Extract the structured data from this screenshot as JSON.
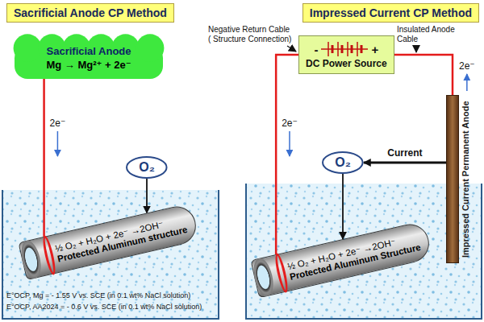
{
  "diagram": {
    "nodes": [
      {
        "text": [
          "Sacrificial Anode CP Method"
        ]
      },
      {
        "text": [
          "Impressed Current CP Method"
        ]
      },
      {
        "text": [
          "Sacrificial Anode",
          "Mg → Mg²⁺ + 2e⁻"
        ]
      },
      {
        "text": [
          "½ O₂ + H₂O + 2e⁻ →2OH⁻",
          "Protected Aluminum structure"
        ]
      },
      {
        "text": [
          "O₂"
        ]
      },
      {
        "text": [
          "-",
          "+",
          "DC Power Source"
        ]
      },
      {
        "text": [
          "Impressed Current Permanent Anode"
        ]
      },
      {
        "text": [
          "½ O₂ + H₂O + 2e⁻ →2OH⁻",
          "Protected Aluminum Structure"
        ]
      },
      {
        "text": [
          "O₂"
        ]
      }
    ],
    "edges": [
      {
        "from": 2,
        "to": 3,
        "label": "2e⁻",
        "arrow": "none"
      },
      {
        "from": 4,
        "to": 3,
        "arrow": "to"
      },
      {
        "from": 5,
        "to": 6,
        "label": "2e⁻",
        "arrow": "none"
      },
      {
        "from": 5,
        "to": 7,
        "label": "2e⁻",
        "arrow": "none"
      },
      {
        "from": 6,
        "to": 8,
        "label": "Current",
        "arrow": "to"
      },
      {
        "from": 8,
        "to": 7,
        "arrow": "to"
      }
    ],
    "labels": [
      "E°OCP, Mg = - 1.55 V vs. SCE (in 0.1 wt% NaCl solution)",
      "E°OCP, AA2024 = - 0.6 V vs. SCE (in 0.1 wt% NaCl solution)",
      "Negative Return Cable ( Structure Connection)",
      "Insulated Anode Cable"
    ]
  }
}
